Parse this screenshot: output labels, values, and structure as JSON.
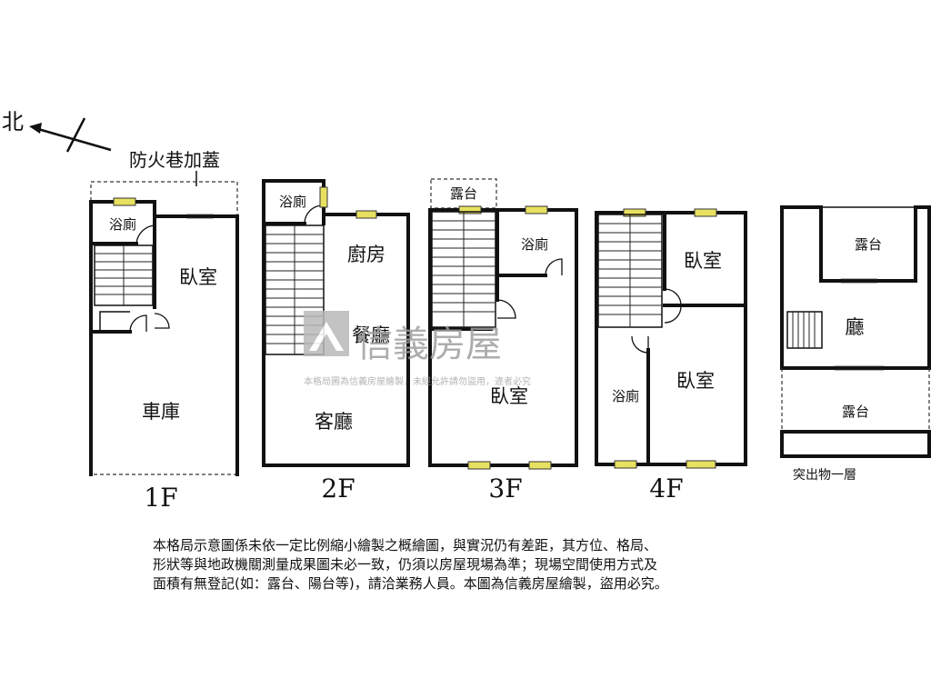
{
  "compass": {
    "north_label": "北"
  },
  "annex_label": "防火巷加蓋",
  "floors": [
    {
      "label": "1F",
      "rooms": {
        "bath": "浴廁",
        "bedroom": "臥室",
        "garage": "車庫"
      }
    },
    {
      "label": "2F",
      "rooms": {
        "bath": "浴廁",
        "kitchen": "廚房",
        "dining": "餐廳",
        "living": "客廳"
      }
    },
    {
      "label": "3F",
      "rooms": {
        "balcony": "露台",
        "bath": "浴廁",
        "bedroom": "臥室"
      }
    },
    {
      "label": "4F",
      "rooms": {
        "bedroom_a": "臥室",
        "bath": "浴廁",
        "bedroom_b": "臥室"
      }
    },
    {
      "label": "突出物一層",
      "rooms": {
        "balcony_top": "露台",
        "hall": "廳",
        "balcony_bottom": "露台"
      }
    }
  ],
  "watermark": {
    "brand": "信義房屋",
    "sub": "本格局圖為信義房屋繪製，未經允許請勿盜用，違者必究"
  },
  "notes": [
    "本格局示意圖係未依一定比例縮小繪製之概繪圖，與實況仍有差距，其方位、格局、",
    "形狀等與地政機關測量成果圖未必一致，仍須以房屋現場為準；現場空間使用方式及",
    "面積有無登記(如：露台、陽台等)，請洽業務人員。本圖為信義房屋繪製，盜用必究。"
  ]
}
